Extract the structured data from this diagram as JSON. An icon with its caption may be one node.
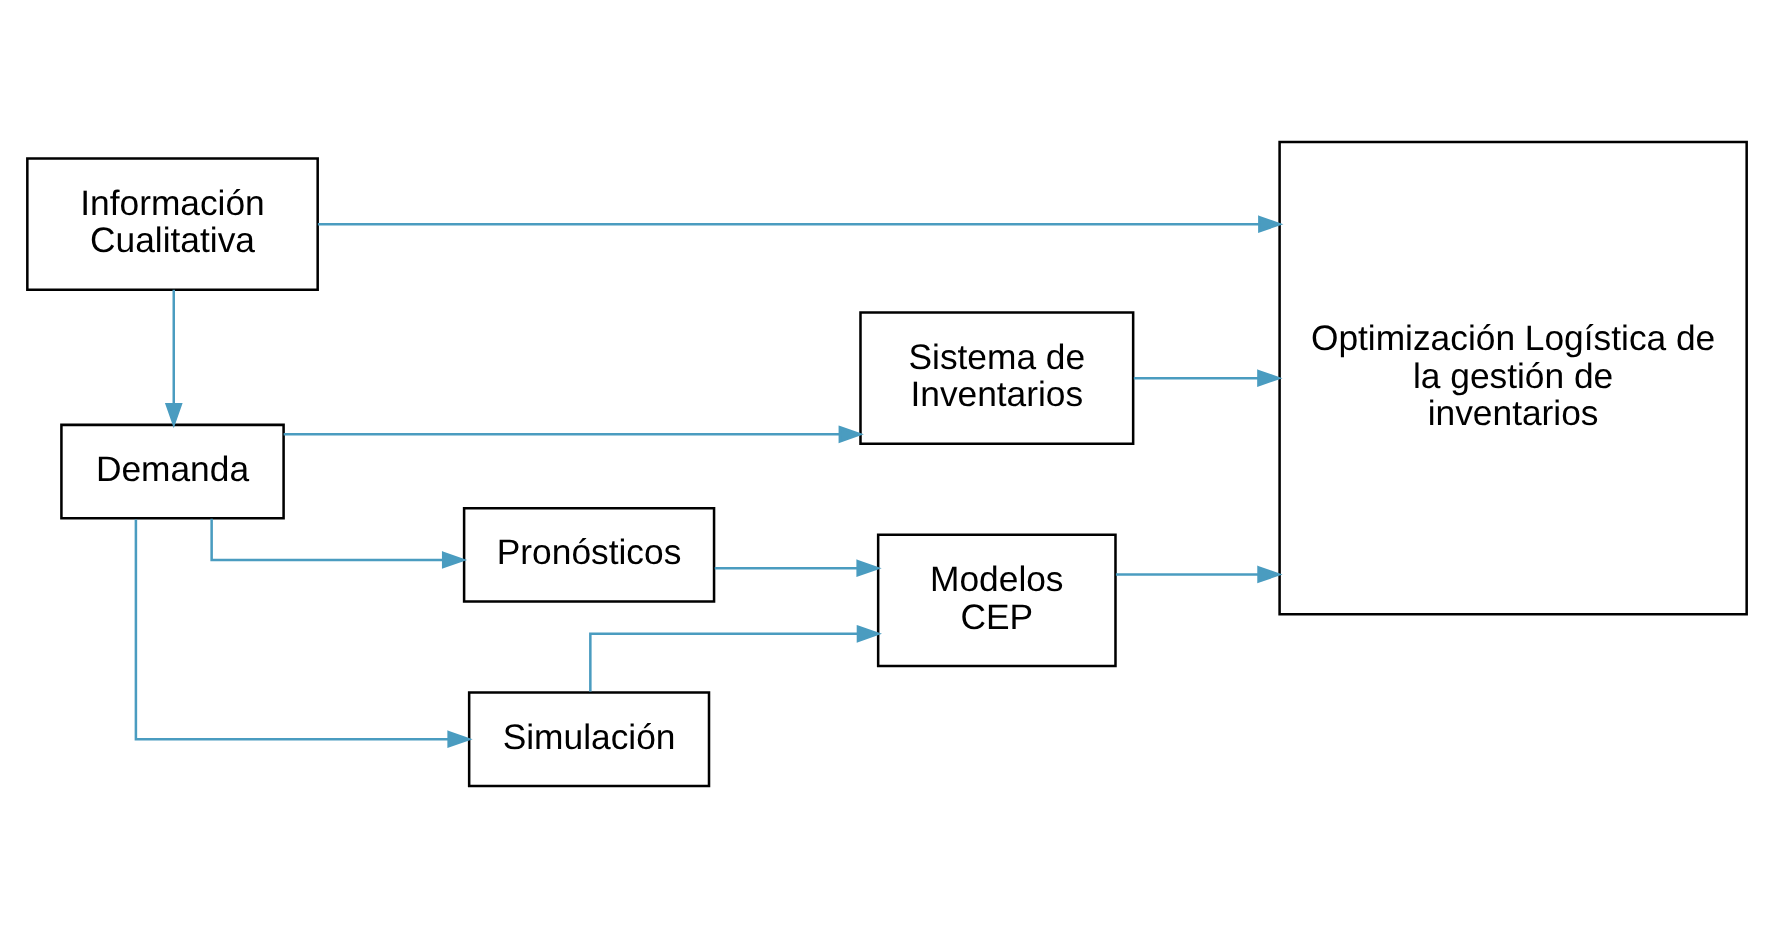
{
  "diagram": {
    "nodes": [
      {
        "text": [
          "Demanda"
        ]
      },
      {
        "text": [
          "Sistema de Inventarios"
        ]
      },
      {
        "text": [
          "Pronósticos"
        ]
      },
      {
        "text": [
          "Simulación"
        ]
      },
      {
        "text": [
          "Modelos CEP"
        ]
      },
      {
        "text": [
          "Optimización Logística de la gestión de inventarios"
        ]
      },
      {
        "text": [
          "Información Cualitativa"
        ]
      }
    ],
    "edges": [
      {
        "from": 0,
        "to": 1,
        "arrow": "to"
      },
      {
        "from": 0,
        "to": 2,
        "arrow": "to"
      },
      {
        "from": 0,
        "to": 3,
        "arrow": "to"
      },
      {
        "from": 1,
        "to": 5,
        "arrow": "to"
      },
      {
        "from": 2,
        "to": 4,
        "arrow": "to"
      },
      {
        "from": 3,
        "to": 4,
        "arrow": "to"
      },
      {
        "from": 4,
        "to": 5,
        "arrow": "to"
      },
      {
        "from": 6,
        "to": 0,
        "arrow": "to"
      },
      {
        "from": 6,
        "to": 5,
        "arrow": "to"
      }
    ]
  }
}
